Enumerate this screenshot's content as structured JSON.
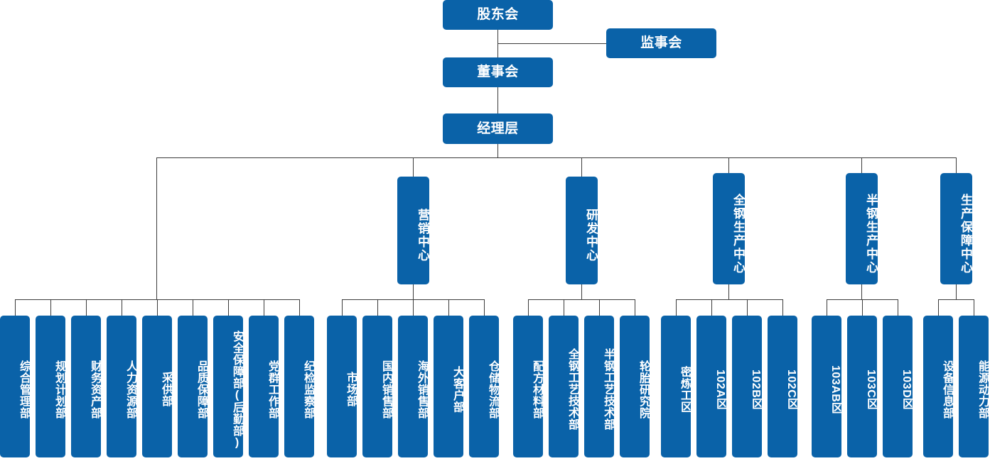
{
  "chart_title": "",
  "theme": {
    "box_color": "#0a62a8",
    "text_color": "#ffffff",
    "line_color": "#3b3b3b",
    "background": "#ffffff"
  },
  "top_level": {
    "shareholders": "股东会",
    "supervisory_board": "监事会",
    "board_of_directors": "董事会",
    "management": "经理层"
  },
  "centers": [
    {
      "id": "marketing",
      "label": "营销中心"
    },
    {
      "id": "rnd",
      "label": "研发中心"
    },
    {
      "id": "full_steel",
      "label": "全钢生产中心"
    },
    {
      "id": "half_steel",
      "label": "半钢生产中心"
    },
    {
      "id": "production_support",
      "label": "生产保障中心"
    }
  ],
  "functional_departments": [
    {
      "label": "综合管理部"
    },
    {
      "label": "规划计划部"
    },
    {
      "label": "财务资产部"
    },
    {
      "label": "人力资源部"
    },
    {
      "label": "采供部"
    },
    {
      "label": "品质保障部"
    },
    {
      "label": "安全保障部(后勤部)"
    },
    {
      "label": "党群工作部"
    },
    {
      "label": "纪检监察部"
    }
  ],
  "marketing_departments": [
    {
      "label": "市场部"
    },
    {
      "label": "国内销售部"
    },
    {
      "label": "海外销售部"
    },
    {
      "label": "大客户部"
    },
    {
      "label": "仓储物流部"
    }
  ],
  "rnd_departments": [
    {
      "label": "配方材料部"
    },
    {
      "label": "全钢工艺技术部"
    },
    {
      "label": "半钢工艺技术部"
    },
    {
      "label": "轮胎研究院"
    }
  ],
  "full_steel_units": [
    {
      "label": "密炼工区"
    },
    {
      "label": "102A区",
      "latin": "102A",
      "cjk": "区"
    },
    {
      "label": "102B区",
      "latin": "102B",
      "cjk": "区"
    },
    {
      "label": "102C区",
      "latin": "102C",
      "cjk": "区"
    }
  ],
  "half_steel_units": [
    {
      "label": "103AB区",
      "latin": "103AB",
      "cjk": "区"
    },
    {
      "label": "103C区",
      "latin": "103C",
      "cjk": "区"
    },
    {
      "label": "103D区",
      "latin": "103D",
      "cjk": "区"
    }
  ],
  "production_support_departments": [
    {
      "label": "设备信息部"
    },
    {
      "label": "能源动力部"
    }
  ]
}
